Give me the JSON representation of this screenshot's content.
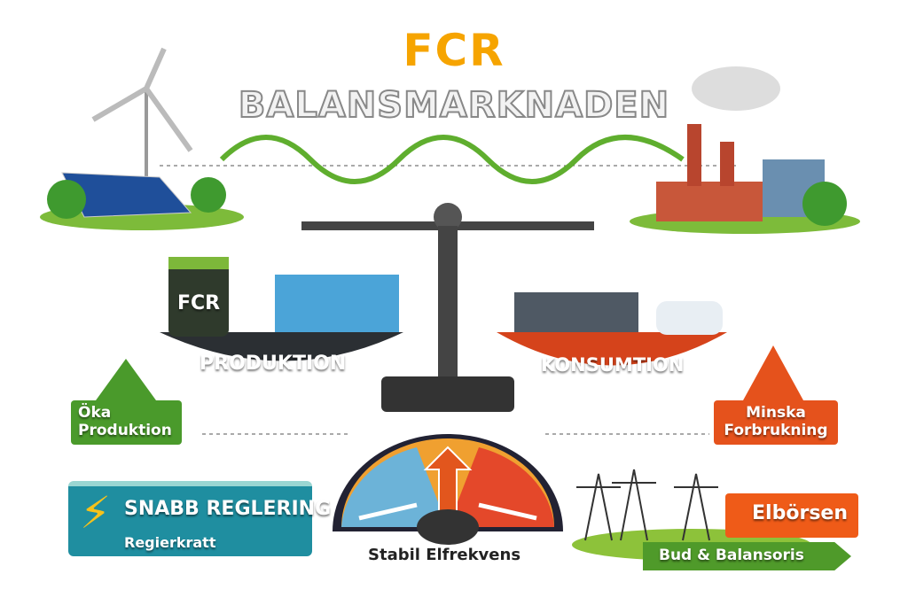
{
  "header": {
    "title": "FCR",
    "subtitle": "BALANSMARKNADEN"
  },
  "scale": {
    "battery_label": "FCR",
    "left_pan": "PRODUKTION",
    "right_pan": "KONSUMTION"
  },
  "arrows": {
    "increase_line1": "Öka",
    "increase_line2": "Produktion",
    "decrease_line1": "Minska",
    "decrease_line2": "Forbrukning"
  },
  "regulation": {
    "title": "SNABB REGLERING",
    "subtitle": "Regierkratt"
  },
  "gauge": {
    "label": "Stabil Elfrekvens"
  },
  "market": {
    "title": "Elbörsen",
    "subtitle": "Bud & Balansoris"
  },
  "colors": {
    "accent": "#f6a400",
    "green": "#4a9a2b",
    "orange": "#e5521c",
    "teal": "#1f8ea0"
  }
}
